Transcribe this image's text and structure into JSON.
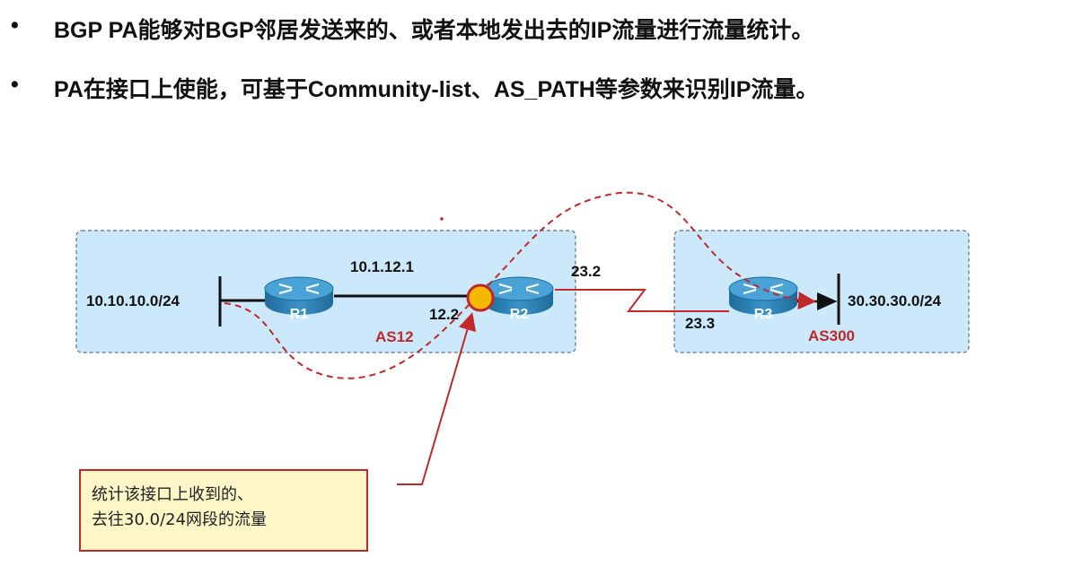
{
  "bullets": [
    {
      "marker": "•",
      "text": "BGP PA能够对BGP邻居发送来的、或者本地发出去的IP流量进行流量统计。"
    },
    {
      "marker": "•",
      "text": "PA在接口上使能，可基于Community-list、AS_PATH等参数来识别IP流量。"
    }
  ],
  "topology": {
    "routers": {
      "r1": "R1",
      "r2": "R2",
      "r3": "R3"
    },
    "networks": {
      "left": "10.10.10.0/24",
      "right": "30.30.30.0/24"
    },
    "ips": {
      "r1_r2": "10.1.12.1",
      "r2_left": "12.2",
      "r2_right": "23.2",
      "r3_left": "23.3"
    },
    "as": {
      "left": "AS12",
      "right": "AS300"
    }
  },
  "callout": {
    "line1": "统计该接口上收到的、",
    "line2": "去往30.0/24网段的流量"
  },
  "colors": {
    "as_fill": "#cce9fb",
    "router_blue": "#2a7fb4",
    "accent_red": "#c0282a",
    "marker_yellow": "#f5b800",
    "callout_bg": "#fdf6c7"
  }
}
